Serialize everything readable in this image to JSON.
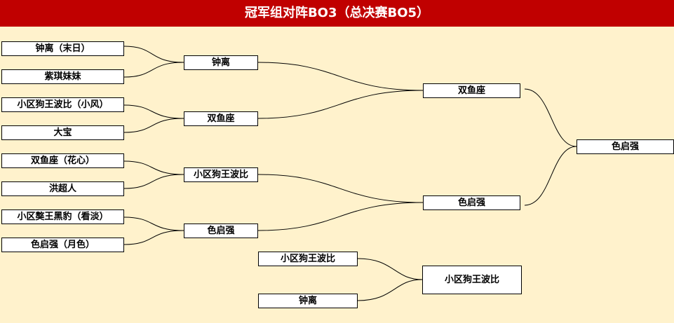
{
  "title": "冠军组对阵BO3（总决赛BO5）",
  "round1": [
    "钟离（末日）",
    "紫琪妹妹",
    "小区狗王波比（小风）",
    "大宝",
    "双鱼座（花心）",
    "洪超人",
    "小区獒王黑豹（看淡）",
    "色启强（月色）"
  ],
  "round2": [
    "钟离",
    "双鱼座",
    "小区狗王波比",
    "色启强"
  ],
  "semifinal": [
    "双鱼座",
    "色启强"
  ],
  "champion": "色启强",
  "third_place": {
    "players": [
      "小区狗王波比",
      "钟离"
    ],
    "winner": "小区狗王波比"
  }
}
